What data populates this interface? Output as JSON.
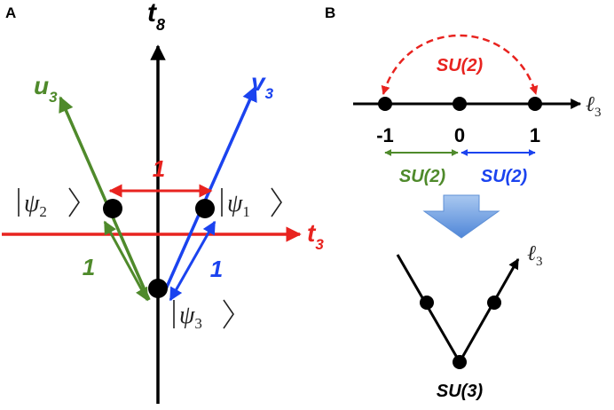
{
  "panel_a": {
    "label": "A",
    "axes": {
      "vertical": "t",
      "vertical_sub": "8",
      "horizontal": "t",
      "horizontal_sub": "3"
    },
    "vectors": {
      "u": "u",
      "u_sub": "3",
      "v": "v",
      "v_sub": "3"
    },
    "states": {
      "psi2": {
        "name": "ψ",
        "sub": "2"
      },
      "psi1": {
        "name": "ψ",
        "sub": "1"
      },
      "psi3": {
        "name": "ψ",
        "sub": "3"
      }
    },
    "weights": {
      "top": "1",
      "left": "1",
      "right": "1"
    }
  },
  "panel_b": {
    "label": "B",
    "axis_label": {
      "name": "ℓ",
      "sub": "3"
    },
    "tick_labels": [
      "-1",
      "0",
      "1"
    ],
    "groups": {
      "outer": "SU(2)",
      "left": "SU(2)",
      "right": "SU(2)"
    },
    "bottom_axis_label": {
      "name": "ℓ",
      "sub": "3"
    },
    "result": "SU(3)"
  },
  "colors": {
    "red": "#e8231f",
    "blue": "#1b43ef",
    "green": "#4f8a2b",
    "black": "#000000",
    "arrow_fill": "#6ea2e4"
  }
}
